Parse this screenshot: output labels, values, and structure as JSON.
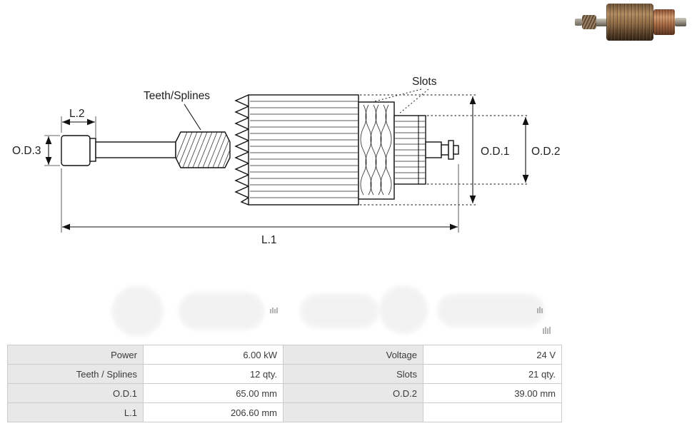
{
  "colors": {
    "drawing_line": "#111111",
    "table_label_bg": "#e8e8e8",
    "table_border": "#cccccc",
    "text": "#3a3a3a"
  },
  "diagram": {
    "labels": {
      "teeth_splines": "Teeth/Splines",
      "slots": "Slots",
      "l2": "L.2",
      "od3": "O.D.3",
      "od1": "O.D.1",
      "od2": "O.D.2",
      "l1": "L.1"
    }
  },
  "spec_table": {
    "rows": [
      {
        "c1": "Power",
        "c2": "6.00 kW",
        "c3": "Voltage",
        "c4": "24 V"
      },
      {
        "c1": "Teeth / Splines",
        "c2": "12 qty.",
        "c3": "Slots",
        "c4": "21 qty."
      },
      {
        "c1": "O.D.1",
        "c2": "65.00 mm",
        "c3": "O.D.2",
        "c4": "39.00 mm"
      },
      {
        "c1": "L.1",
        "c2": "206.60 mm",
        "c3": "",
        "c4": ""
      }
    ]
  }
}
